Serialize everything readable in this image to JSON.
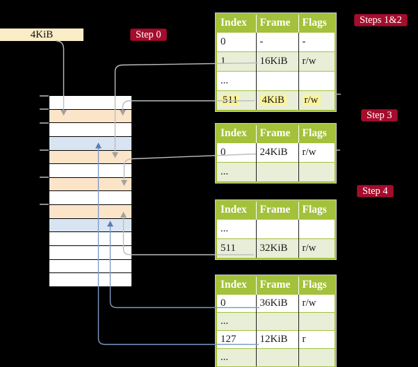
{
  "base_register": {
    "label": "4KiB"
  },
  "badges": {
    "step0": "Step 0",
    "steps12": "Steps 1&2",
    "step3": "Step 3",
    "step4": "Step 4"
  },
  "tables": [
    {
      "name": "root-page-table",
      "step": "Steps 1&2",
      "headers": [
        "Index",
        "Frame",
        "Flags"
      ],
      "rows": [
        {
          "cells": [
            "0",
            "-",
            "-"
          ]
        },
        {
          "cells": [
            "1",
            "16KiB",
            "r/w"
          ]
        },
        {
          "cells": [
            "...",
            "",
            ""
          ]
        },
        {
          "cells": [
            "511",
            "4KiB",
            "r/w"
          ],
          "highlight": true
        }
      ]
    },
    {
      "name": "page-table-at-16kib",
      "step": "Step 3",
      "headers": [
        "Index",
        "Frame",
        "Flags"
      ],
      "rows": [
        {
          "cells": [
            "0",
            "24KiB",
            "r/w"
          ]
        },
        {
          "cells": [
            "...",
            "",
            ""
          ]
        }
      ]
    },
    {
      "name": "page-table-at-24kib",
      "step": "Step 4",
      "headers": [
        "Index",
        "Frame",
        "Flags"
      ],
      "rows": [
        {
          "cells": [
            "...",
            "",
            ""
          ]
        },
        {
          "cells": [
            "511",
            "32KiB",
            "r/w"
          ]
        }
      ]
    },
    {
      "name": "page-table-at-32kib",
      "step": "",
      "headers": [
        "Index",
        "Frame",
        "Flags"
      ],
      "rows": [
        {
          "cells": [
            "0",
            "36KiB",
            "r/w"
          ]
        },
        {
          "cells": [
            "...",
            "",
            ""
          ]
        },
        {
          "cells": [
            "127",
            "12KiB",
            "r"
          ]
        },
        {
          "cells": [
            "...",
            "",
            ""
          ]
        }
      ]
    }
  ],
  "memory": {
    "rows": [
      "white",
      "orange",
      "white",
      "blue",
      "orange",
      "white",
      "orange",
      "white",
      "orange",
      "blue",
      "white",
      "white",
      "white",
      "white"
    ],
    "tick_marks": [
      0,
      1,
      2,
      4,
      6,
      8
    ]
  },
  "colors": {
    "badge_red": "#a50d2d",
    "table_green": "#a3c13a",
    "row_green": "#e9eed8",
    "frame_orange": "#fce4c9",
    "frame_blue": "#d9e4f3",
    "cream": "#f9ecc6",
    "hl_yellow": "#fbf49e",
    "line_gray": "#bdbdbd",
    "line_blue": "#7e9bc9"
  }
}
